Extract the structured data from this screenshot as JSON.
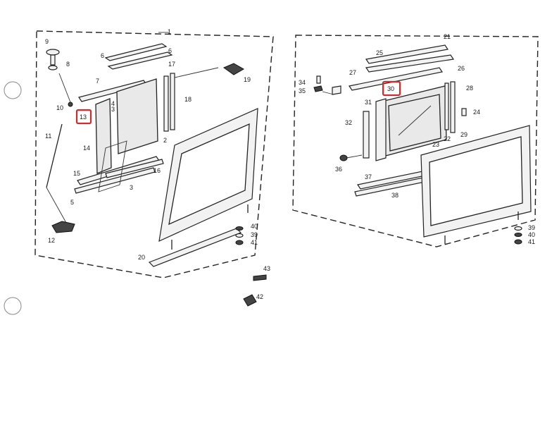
{
  "left_assembly": {
    "title_number": "1",
    "labels": [
      "9",
      "8",
      "6",
      "6",
      "7",
      "17",
      "18",
      "19",
      "10",
      "4",
      "3",
      "13",
      "11",
      "14",
      "2",
      "15",
      "16",
      "3",
      "5",
      "20",
      "12",
      "40",
      "39",
      "41",
      "43",
      "42"
    ],
    "highlighted_label": "13"
  },
  "right_assembly": {
    "title_number": "21",
    "labels": [
      "25",
      "27",
      "26",
      "34",
      "35",
      "30",
      "28",
      "31",
      "24",
      "32",
      "22",
      "29",
      "23",
      "36",
      "37",
      "38",
      "39",
      "40",
      "41"
    ],
    "highlighted_label": "30"
  },
  "colors": {
    "highlight": "#d62a2a",
    "line": "#222222",
    "background": "#ffffff"
  }
}
